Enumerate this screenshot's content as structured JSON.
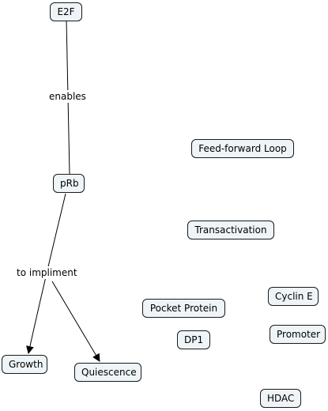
{
  "concepts": {
    "e2f": "E2F",
    "prb": "pRb",
    "growth": "Growth",
    "quiescence": "Quiescence",
    "feed_forward_loop": "Feed-forward Loop",
    "transactivation": "Transactivation",
    "pocket_protein": "Pocket Protein",
    "cyclin_e": "Cyclin E",
    "dp1": "DP1",
    "promoter": "Promoter",
    "hdac": "HDAC"
  },
  "links": {
    "enables": "enables",
    "to_impliment": "to impliment"
  },
  "colors": {
    "node_fill": "#eef4f7",
    "node_border": "#1a1a1a",
    "line": "#000000",
    "background": "#ffffff"
  }
}
